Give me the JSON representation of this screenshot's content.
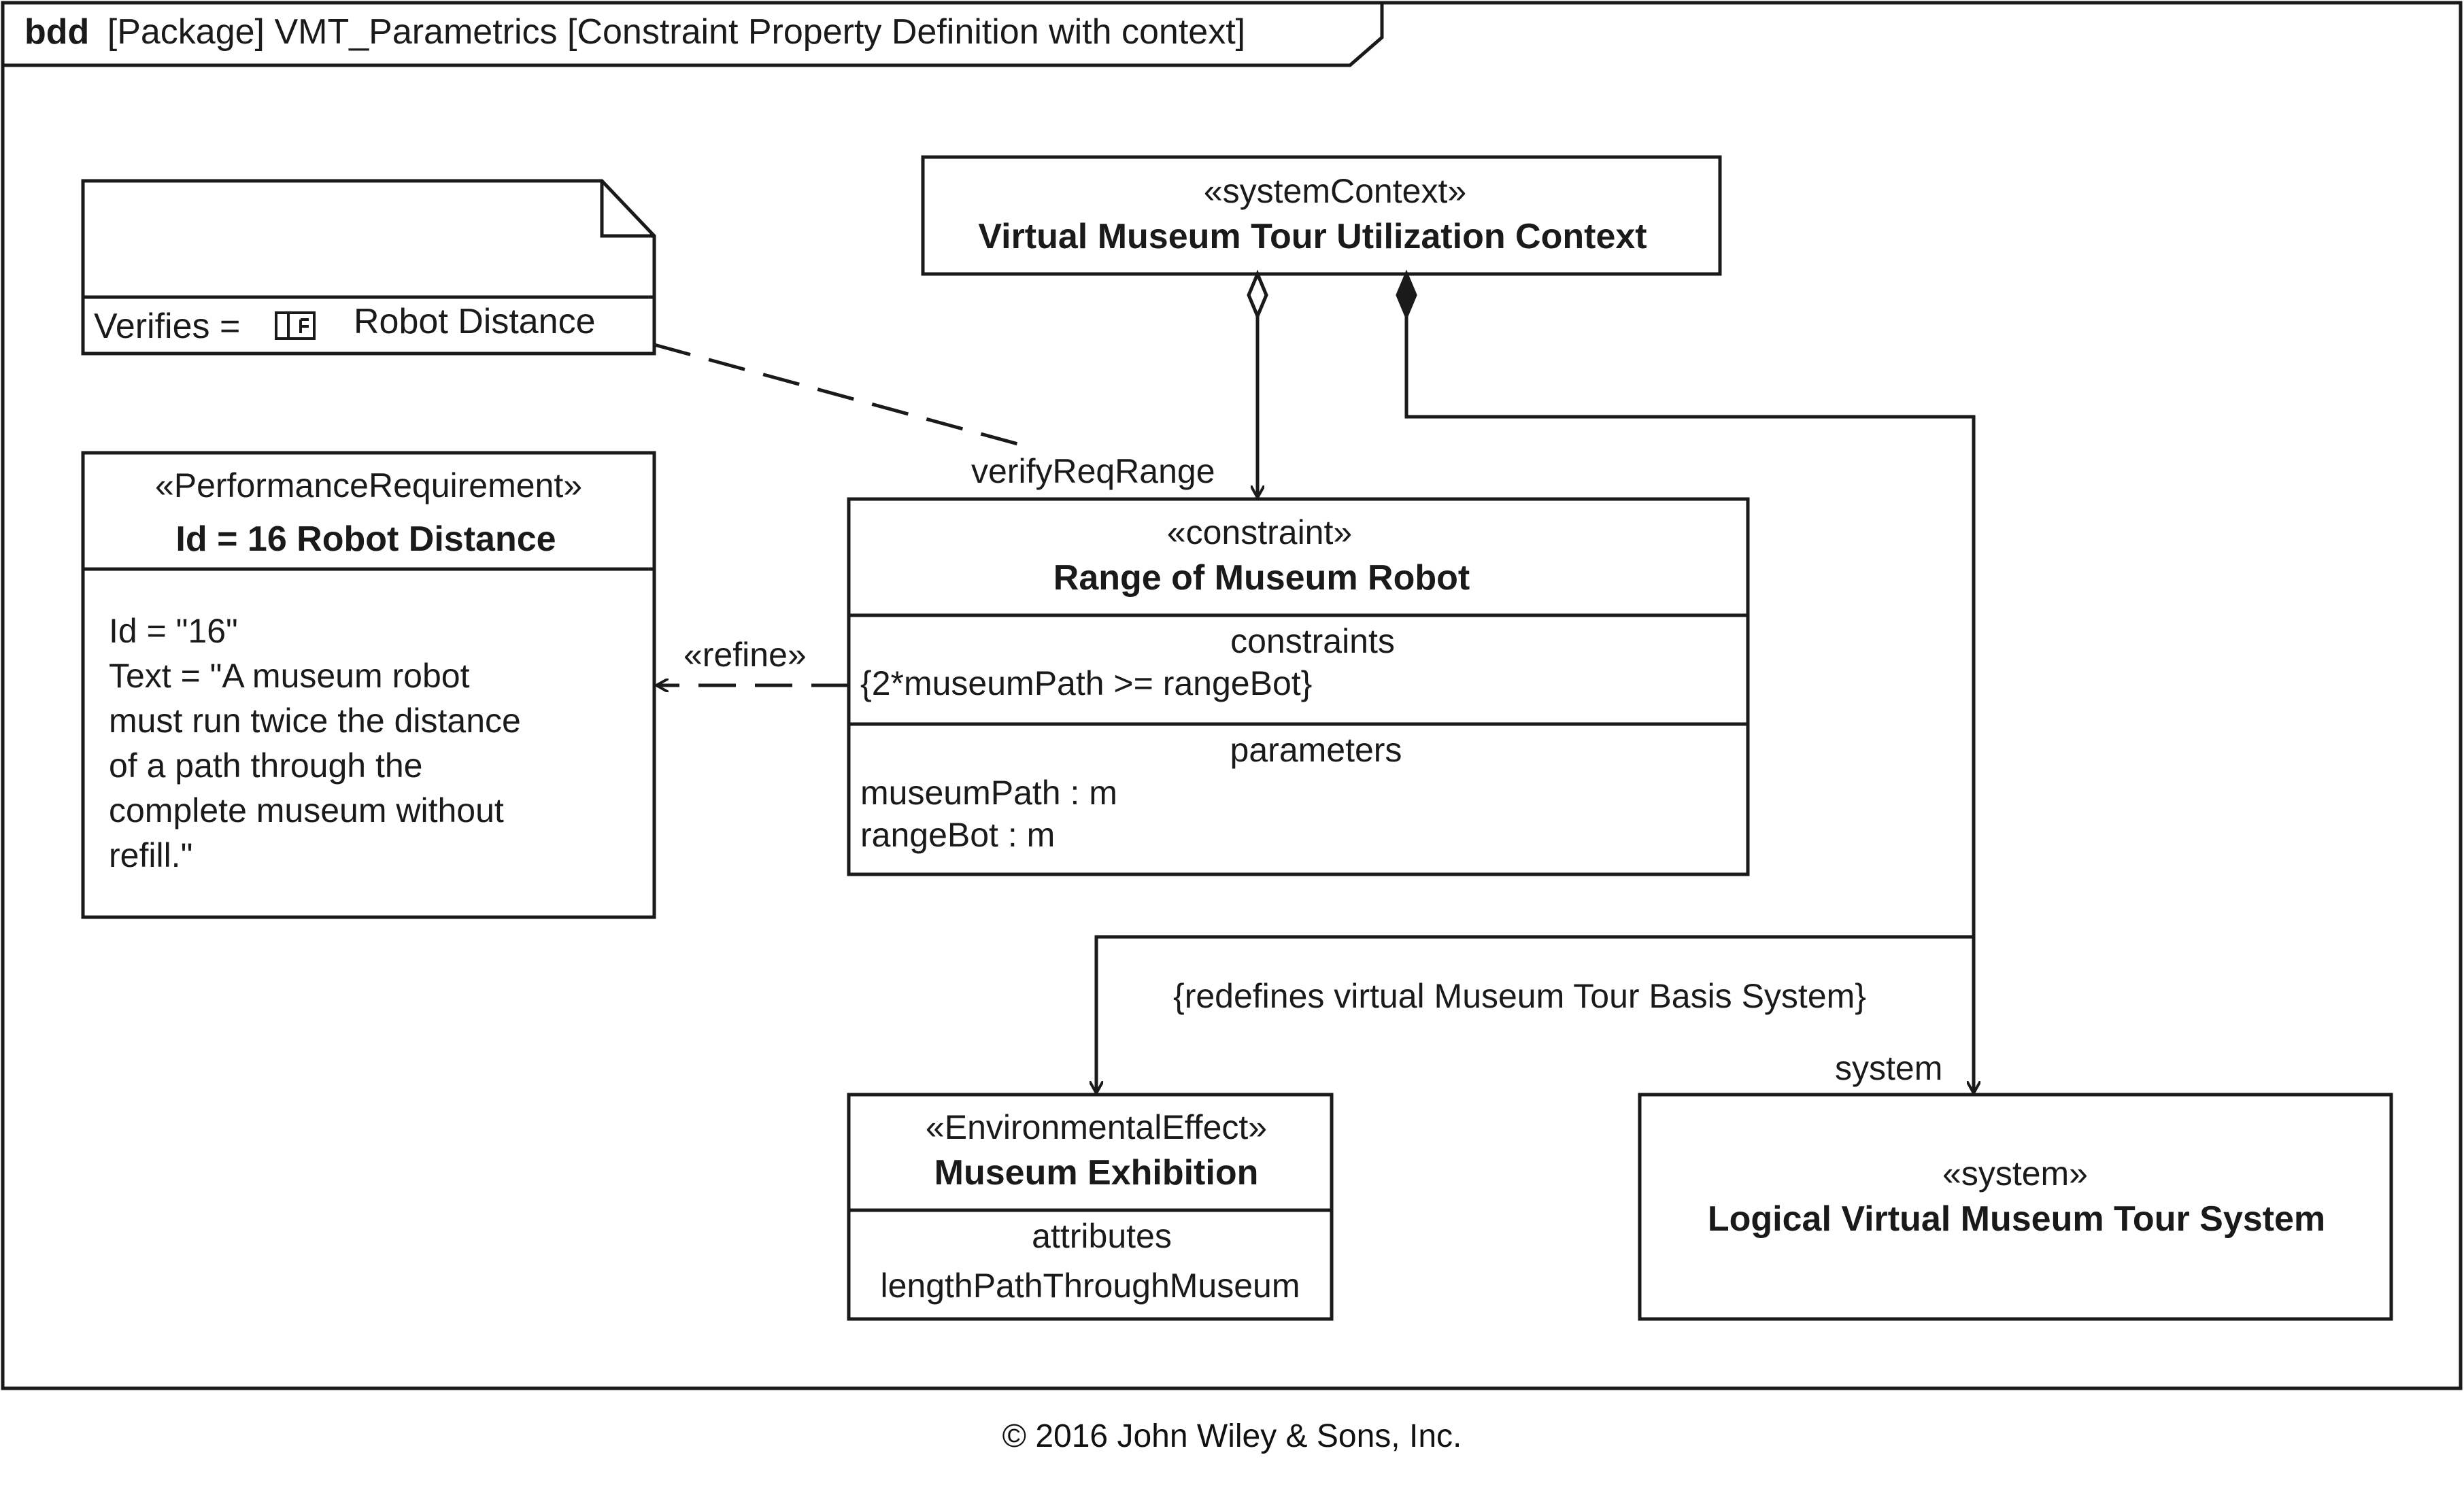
{
  "frame": {
    "kind": "bdd",
    "header": "[Package] VMT_Parametrics [Constraint Property Definition with context]"
  },
  "note": {
    "verifies_label": "Verifies =",
    "requirement_ref": "Robot Distance"
  },
  "system_context": {
    "stereotype": "«systemContext»",
    "name": "Virtual Museum Tour Utilization Context"
  },
  "performance_requirement": {
    "stereotype": "«PerformanceRequirement»",
    "name": "Id = 16 Robot Distance",
    "lines": [
      "Id = \"16\"",
      "Text = \"A museum robot",
      "must run twice the distance",
      "of a path through the",
      "complete museum without",
      "refill.\""
    ]
  },
  "constraint_block": {
    "stereotype": "«constraint»",
    "name": "Range of Museum Robot",
    "constraints_header": "constraints",
    "constraint_expr": "{2*museumPath >= rangeBot}",
    "parameters_header": "parameters",
    "parameters": [
      "museumPath : m",
      "rangeBot : m"
    ]
  },
  "environmental_effect": {
    "stereotype": "«EnvironmentalEffect»",
    "name": "Museum Exhibition",
    "attributes_header": "attributes",
    "attributes": [
      "lengthPathThroughMuseum"
    ]
  },
  "system_block": {
    "stereotype": "«system»",
    "name": "Logical Virtual Museum Tour System"
  },
  "labels": {
    "verify_role": "verifyReqRange",
    "refine": "«refine»",
    "redefines": "{redefines virtual Museum Tour Basis System}",
    "system_role": "system"
  },
  "copyright": "© 2016 John Wiley & Sons, Inc."
}
